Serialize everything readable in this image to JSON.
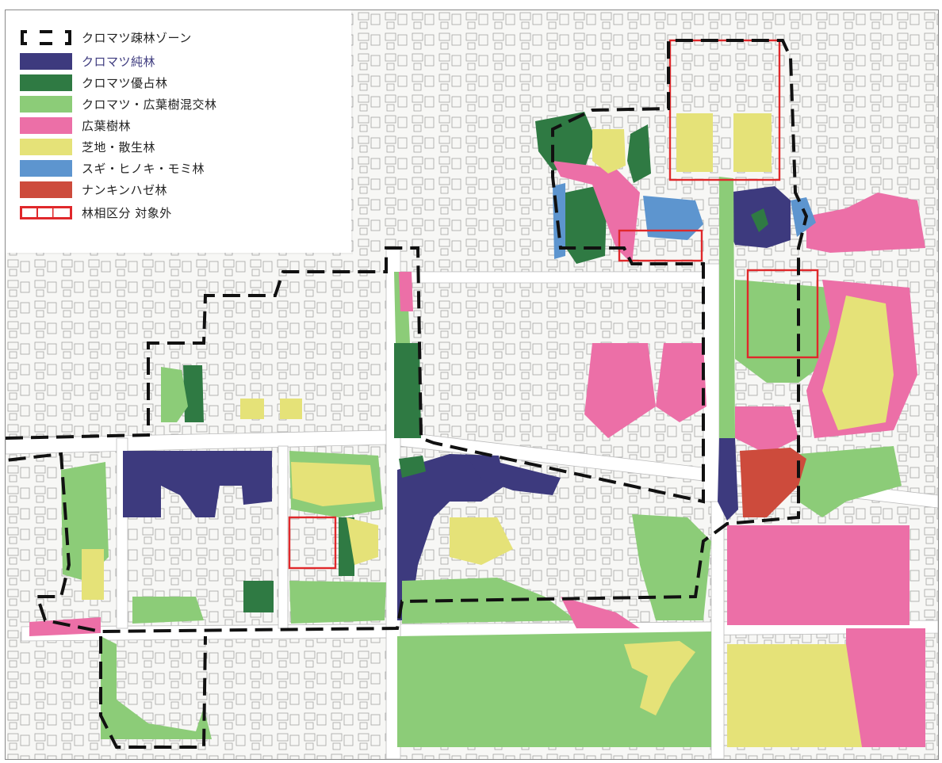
{
  "legend": {
    "items": [
      {
        "key": "zone",
        "label": "クロマツ疎林ゾーン",
        "style": "dashed-border",
        "color": "#111111"
      },
      {
        "key": "pure",
        "label": "クロマツ純林",
        "style": "fill",
        "color": "#3d3a7e"
      },
      {
        "key": "dominant",
        "label": "クロマツ優占林",
        "style": "fill",
        "color": "#2f7a43"
      },
      {
        "key": "mixed",
        "label": "クロマツ・広葉樹混交林",
        "style": "fill",
        "color": "#8ccc78"
      },
      {
        "key": "broad",
        "label": "広葉樹林",
        "style": "fill",
        "color": "#ec6fa7"
      },
      {
        "key": "lawn",
        "label": "芝地・散生林",
        "style": "fill",
        "color": "#e5e278"
      },
      {
        "key": "conifer",
        "label": "スギ・ヒノキ・モミ林",
        "style": "fill",
        "color": "#5d95cf"
      },
      {
        "key": "tallow",
        "label": "ナンキンハゼ林",
        "style": "fill",
        "color": "#cd4b3c"
      },
      {
        "key": "excluded",
        "label": "林相区分 対象外",
        "style": "grid-border",
        "color": "#e0282b"
      }
    ]
  },
  "colors": {
    "background": "#f7f7f5",
    "road": "#ffffff",
    "building_line": "#9a9a9a",
    "zone_line": "#111111",
    "excluded_line": "#e0282b"
  }
}
